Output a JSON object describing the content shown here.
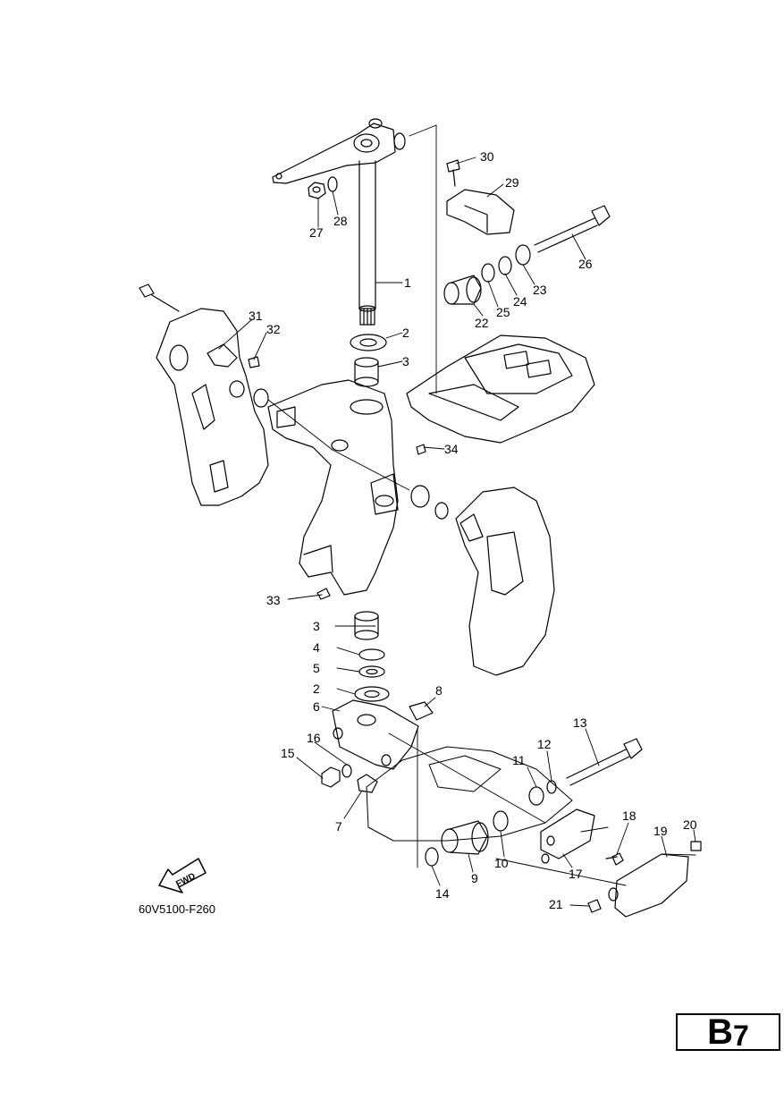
{
  "diagram": {
    "figure_code": "60V5100-F260",
    "fwd_label": "FWD",
    "section": {
      "letter": "B",
      "number": "7"
    },
    "callouts": [
      "1",
      "2",
      "3",
      "2",
      "3",
      "4",
      "5",
      "6",
      "7",
      "8",
      "9",
      "10",
      "11",
      "12",
      "13",
      "14",
      "15",
      "16",
      "17",
      "18",
      "19",
      "20",
      "21",
      "22",
      "23",
      "24",
      "25",
      "26",
      "27",
      "28",
      "29",
      "30",
      "31",
      "32",
      "33",
      "34"
    ]
  }
}
